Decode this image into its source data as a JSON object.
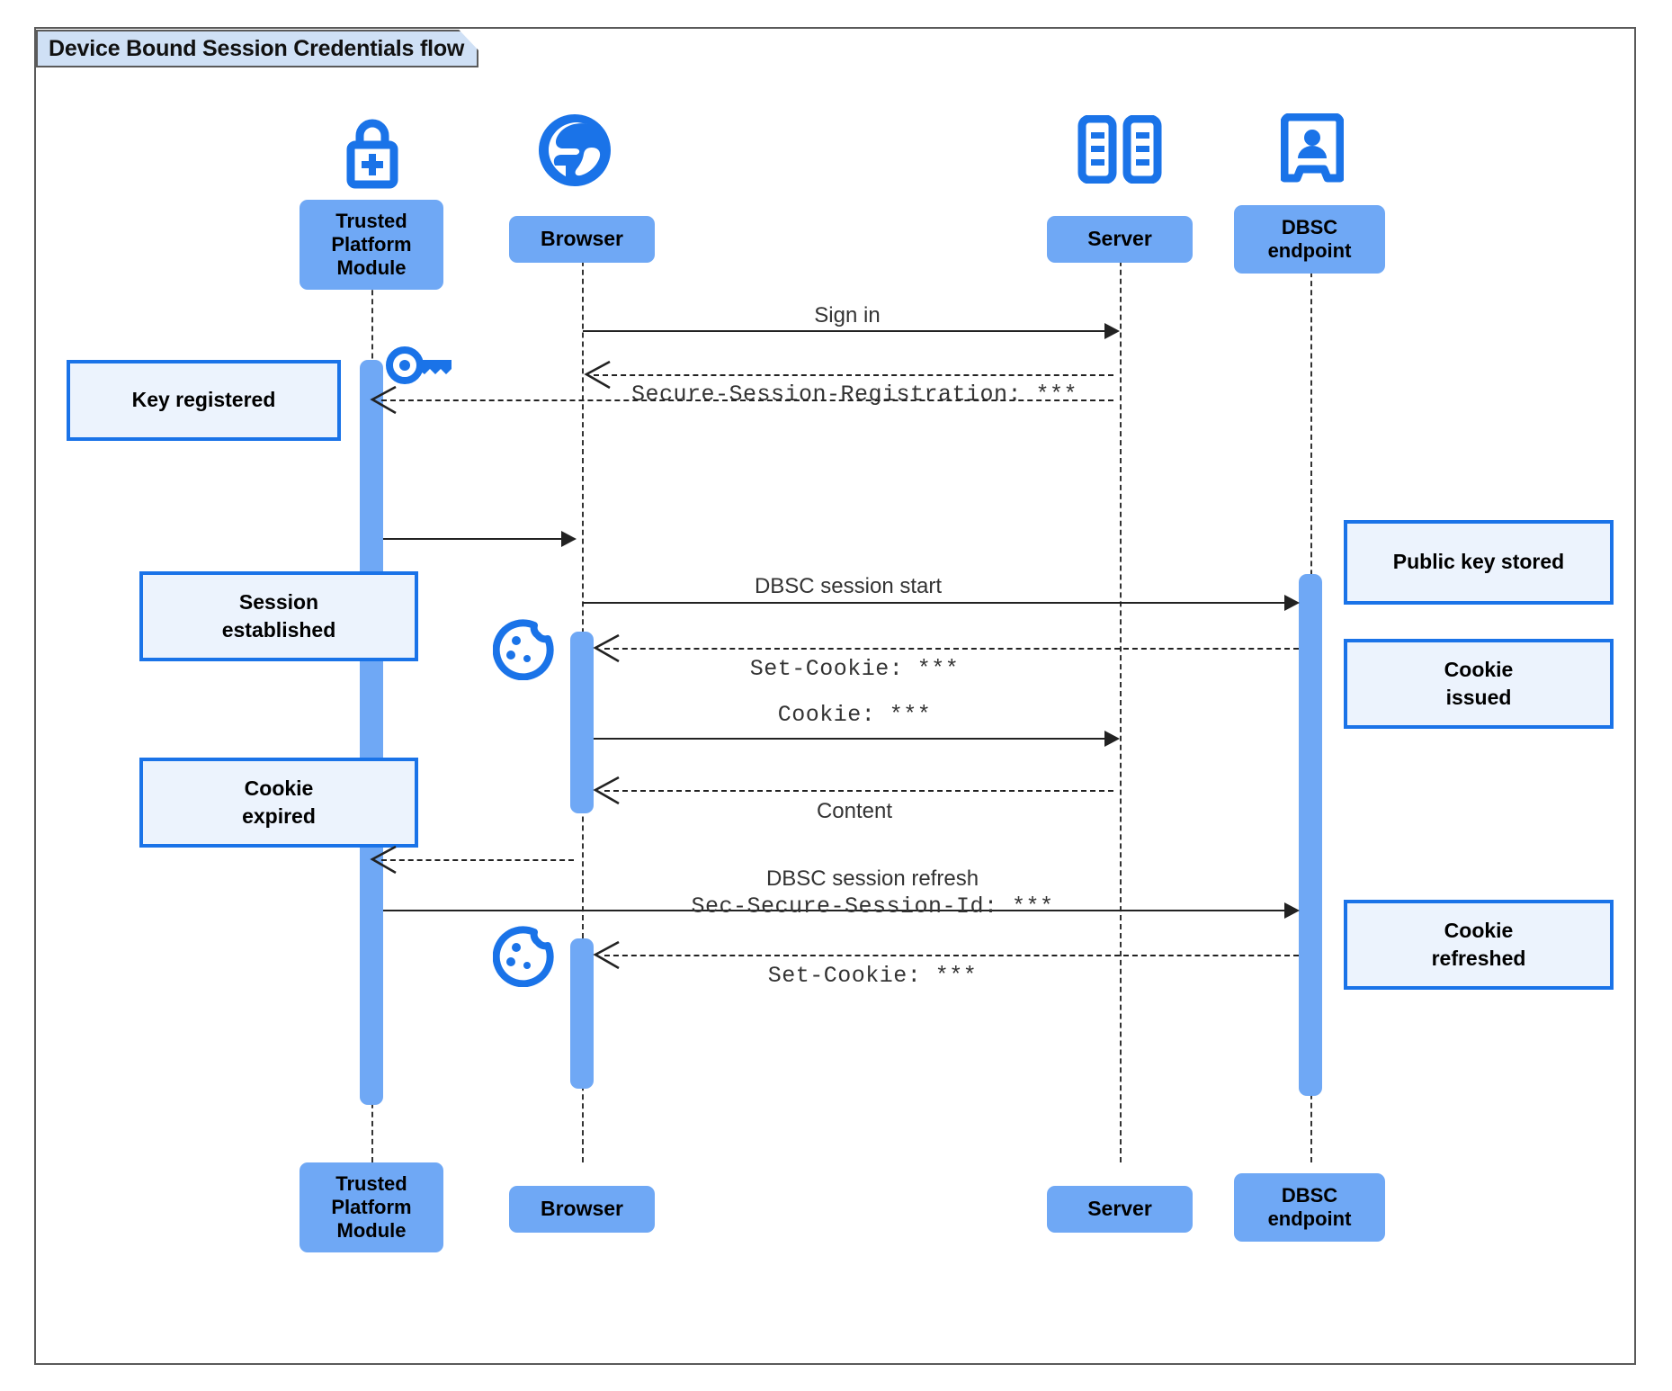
{
  "diagram": {
    "title": "Device Bound Session Credentials flow",
    "type": "sequence-diagram",
    "colors": {
      "actor_fill": "#6fa8f5",
      "note_fill": "#ecf3fd",
      "note_border": "#1a73e8",
      "icon_blue": "#1a73e8",
      "frame_border": "#5a5a5a",
      "title_fill": "#cfe0f5",
      "line": "#222222"
    }
  },
  "actors": [
    {
      "id": "tpm",
      "label": "Trusted\nPlatform\nModule",
      "label_line1": "Trusted",
      "label_line2": "Platform",
      "label_line3": "Module",
      "icon": "lock-plus-icon"
    },
    {
      "id": "browser",
      "label": "Browser",
      "icon": "globe-icon"
    },
    {
      "id": "server",
      "label": "Server",
      "icon": "server-racks-icon"
    },
    {
      "id": "dbsc",
      "label": "DBSC\nendpoint",
      "label_line1": "DBSC",
      "label_line2": "endpoint",
      "icon": "id-badge-icon"
    }
  ],
  "notes": [
    {
      "id": "key-registered",
      "line1": "Key registered",
      "line2": ""
    },
    {
      "id": "session-established",
      "line1": "Session",
      "line2": "established"
    },
    {
      "id": "cookie-expired",
      "line1": "Cookie",
      "line2": "expired"
    },
    {
      "id": "public-key-stored",
      "line1": "Public key stored",
      "line2": ""
    },
    {
      "id": "cookie-issued",
      "line1": "Cookie",
      "line2": "issued"
    },
    {
      "id": "cookie-refreshed",
      "line1": "Cookie",
      "line2": "refreshed"
    }
  ],
  "messages": [
    {
      "id": "m1",
      "from": "browser",
      "to": "server",
      "style": "solid",
      "label": "Sign in",
      "font": "sans",
      "label_pos": "above"
    },
    {
      "id": "m2",
      "from": "server",
      "to": "browser",
      "style": "dashed",
      "label": "Secure-Session-Registration: ***",
      "font": "mono",
      "label_pos": "below"
    },
    {
      "id": "m3",
      "from": "server",
      "to": "tpm",
      "style": "dashed",
      "label": "",
      "font": "sans",
      "label_pos": "none"
    },
    {
      "id": "m4",
      "from": "tpm",
      "to": "browser",
      "style": "solid",
      "label": "",
      "font": "sans",
      "label_pos": "none"
    },
    {
      "id": "m5",
      "from": "browser",
      "to": "dbsc",
      "style": "solid",
      "label": "DBSC session start",
      "font": "sans",
      "label_pos": "above"
    },
    {
      "id": "m6",
      "from": "dbsc",
      "to": "browser",
      "style": "dashed",
      "label": "Set-Cookie: ***",
      "font": "mono",
      "label_pos": "below"
    },
    {
      "id": "m7",
      "from": "browser",
      "to": "server",
      "style": "solid",
      "label": "Cookie: ***",
      "font": "mono",
      "label_pos": "above"
    },
    {
      "id": "m8",
      "from": "server",
      "to": "browser",
      "style": "dashed",
      "label": "Content",
      "font": "sans",
      "label_pos": "below"
    },
    {
      "id": "m9",
      "from": "browser",
      "to": "tpm",
      "style": "dashed",
      "label": "",
      "font": "sans",
      "label_pos": "none"
    },
    {
      "id": "m10",
      "from": "tpm",
      "to": "dbsc",
      "style": "solid",
      "label": "DBSC session refresh",
      "label2": "Sec-Secure-Session-Id: ***",
      "font": "sans",
      "label_pos": "above"
    },
    {
      "id": "m11",
      "from": "dbsc",
      "to": "browser",
      "style": "dashed",
      "label": "Set-Cookie: ***",
      "font": "mono",
      "label_pos": "below"
    }
  ],
  "icons": {
    "key": "key-icon",
    "cookie_1": "cookie-icon",
    "cookie_2": "cookie-icon"
  }
}
